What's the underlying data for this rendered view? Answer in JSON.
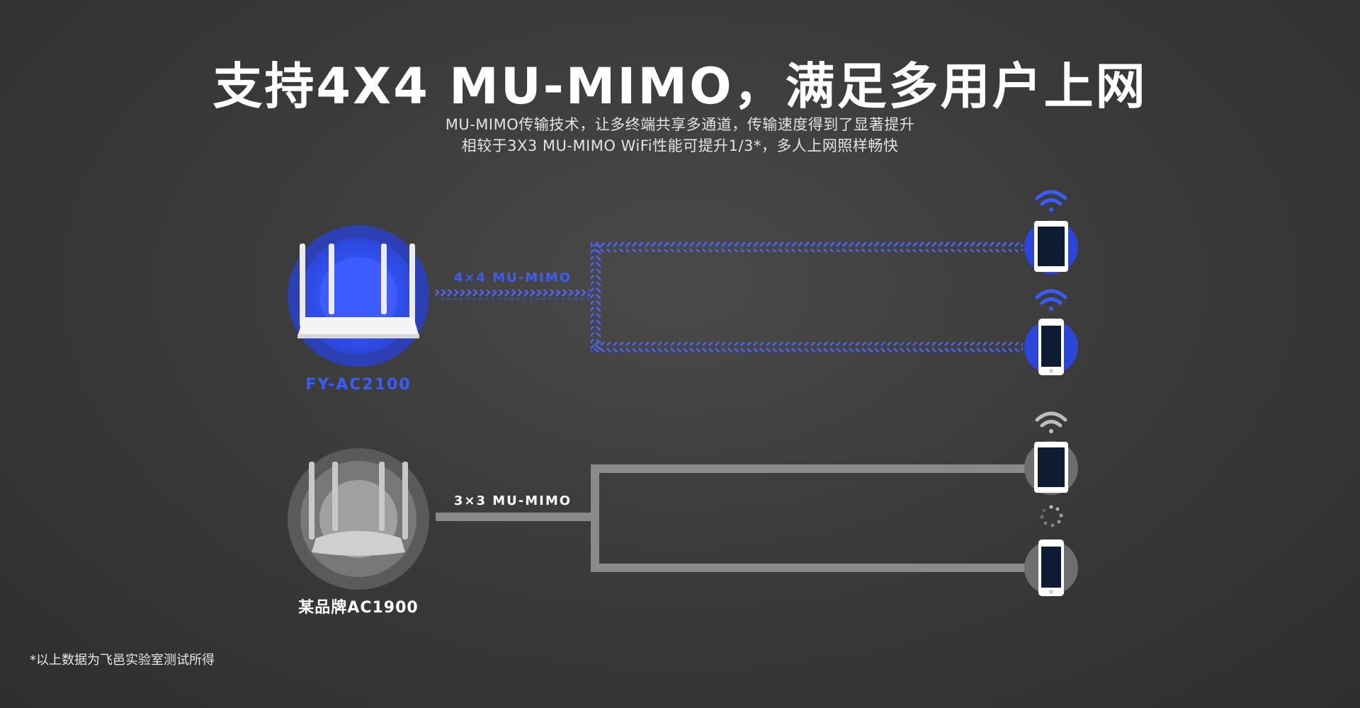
{
  "headline": {
    "title": "支持4X4  MU-MIMO，满足多用户上网",
    "subtitle_line1": "MU-MIMO传输技术，让多终端共享多通道，传输速度得到了显著提升",
    "subtitle_line2": "相较于3X3 MU-MIMO WiFi性能可提升1/3*，多人上网照样畅快"
  },
  "top_router": {
    "name": "FY-AC2100",
    "link_label": "4×4 MU-MIMO",
    "accent_color": "#3a5cff"
  },
  "bottom_router": {
    "name": "某品牌AC1900",
    "link_label": "3×3 MU-MIMO",
    "line_color": "#8a8a8a"
  },
  "devices": {
    "top": [
      "tablet-icon",
      "phone-icon"
    ],
    "bottom": [
      "tablet-icon",
      "phone-icon"
    ]
  },
  "footnote": "*以上数据为飞邑实验室测试所得"
}
